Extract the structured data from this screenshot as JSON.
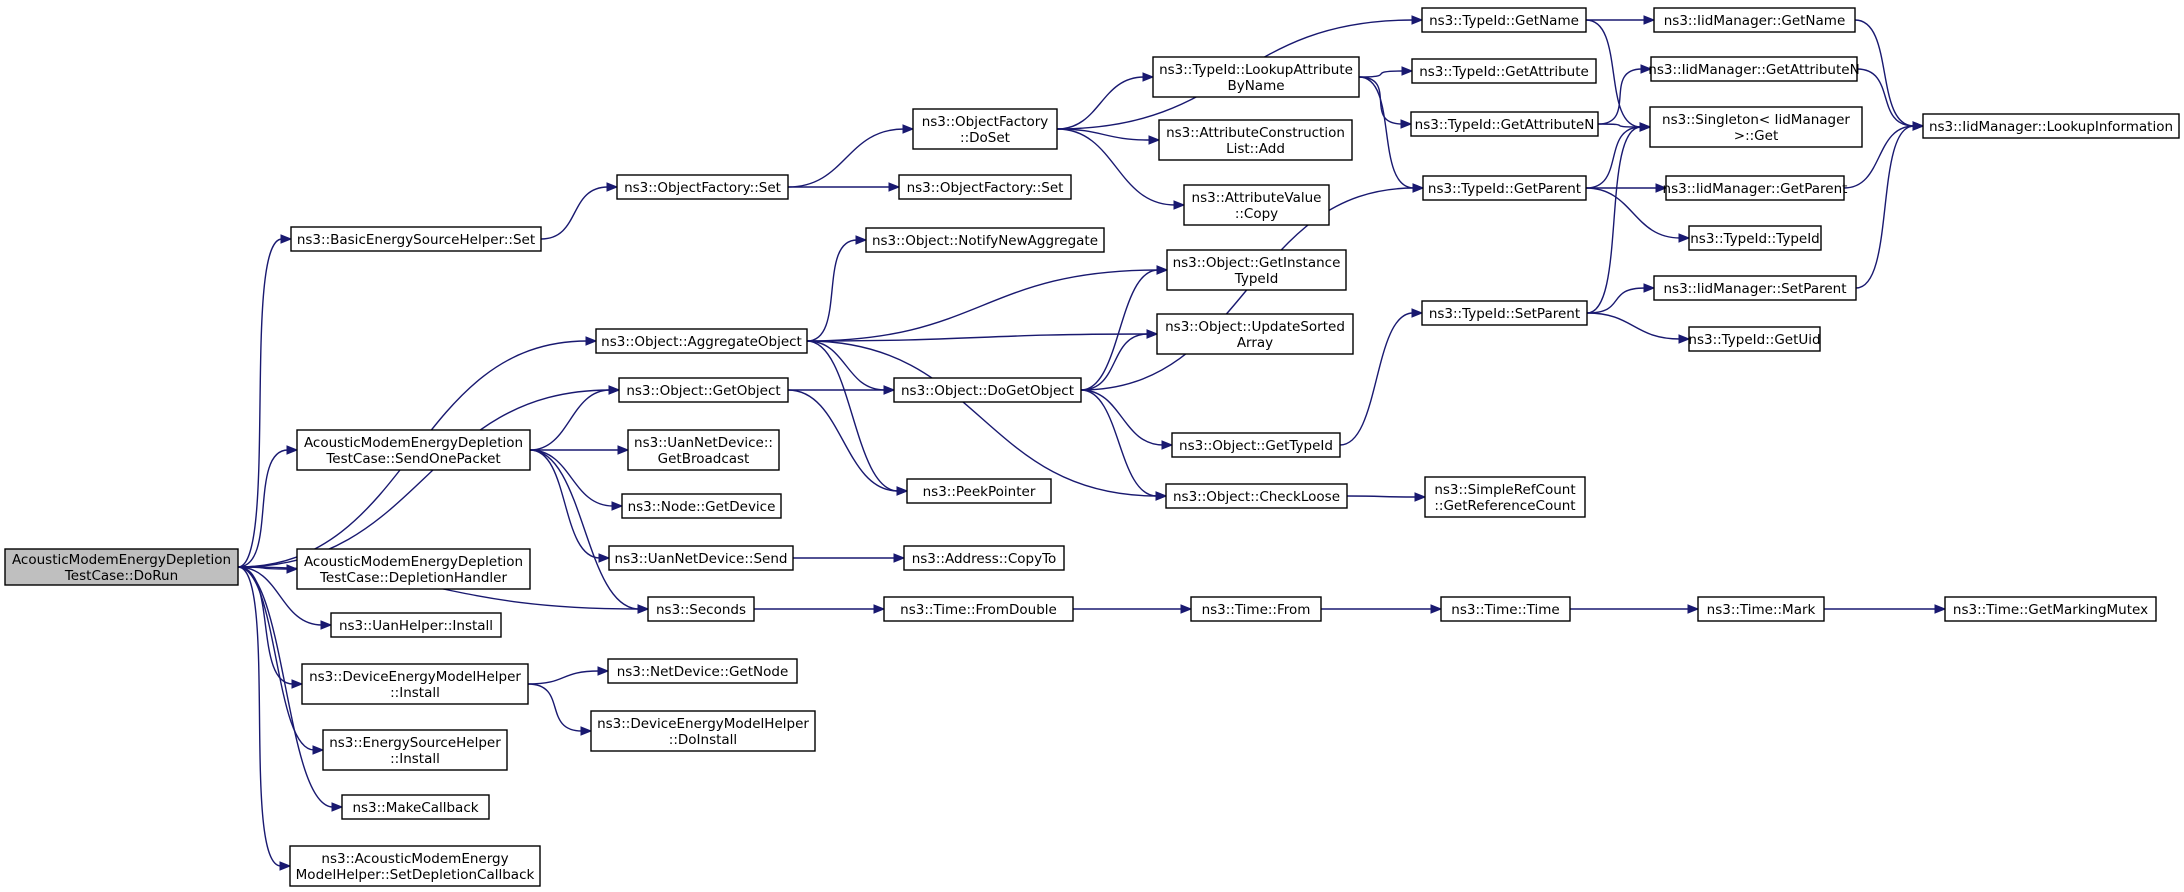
{
  "colors": {
    "edge": "#191970",
    "root_fill": "#bfbfbf",
    "node_fill": "#ffffff",
    "border": "#000000"
  },
  "nodes": [
    {
      "id": "root",
      "lines": [
        "AcousticModemEnergyDepletion",
        "TestCase::DoRun"
      ],
      "root": true
    },
    {
      "id": "besh_set",
      "lines": [
        "ns3::BasicEnergySourceHelper::Set"
      ]
    },
    {
      "id": "of_set1",
      "lines": [
        "ns3::ObjectFactory::Set"
      ]
    },
    {
      "id": "of_doset",
      "lines": [
        "ns3::ObjectFactory",
        "::DoSet"
      ]
    },
    {
      "id": "of_set2",
      "lines": [
        "ns3::ObjectFactory::Set"
      ]
    },
    {
      "id": "tid_getname",
      "lines": [
        "ns3::TypeId::GetName"
      ]
    },
    {
      "id": "tid_lookup",
      "lines": [
        "ns3::TypeId::LookupAttribute",
        "ByName"
      ]
    },
    {
      "id": "acl_add",
      "lines": [
        "ns3::AttributeConstruction",
        "List::Add"
      ]
    },
    {
      "id": "av_copy",
      "lines": [
        "ns3::AttributeValue",
        "::Copy"
      ]
    },
    {
      "id": "iid_getname",
      "lines": [
        "ns3::IidManager::GetName"
      ]
    },
    {
      "id": "tid_getattr",
      "lines": [
        "ns3::TypeId::GetAttribute"
      ]
    },
    {
      "id": "tid_getattrn",
      "lines": [
        "ns3::TypeId::GetAttributeN"
      ]
    },
    {
      "id": "iid_getattrn",
      "lines": [
        "ns3::IidManager::GetAttributeN"
      ]
    },
    {
      "id": "singleton",
      "lines": [
        "ns3::Singleton< IidManager",
        ">::Get"
      ]
    },
    {
      "id": "iid_lookupinfo",
      "lines": [
        "ns3::IidManager::LookupInformation"
      ]
    },
    {
      "id": "tid_getparent",
      "lines": [
        "ns3::TypeId::GetParent"
      ]
    },
    {
      "id": "iid_getparent",
      "lines": [
        "ns3::IidManager::GetParent"
      ]
    },
    {
      "id": "tid_typeid",
      "lines": [
        "ns3::TypeId::TypeId"
      ]
    },
    {
      "id": "obj_notify",
      "lines": [
        "ns3::Object::NotifyNewAggregate"
      ]
    },
    {
      "id": "obj_aggregate",
      "lines": [
        "ns3::Object::AggregateObject"
      ]
    },
    {
      "id": "obj_getinst",
      "lines": [
        "ns3::Object::GetInstance",
        "TypeId"
      ]
    },
    {
      "id": "obj_updsorted",
      "lines": [
        "ns3::Object::UpdateSorted",
        "Array"
      ]
    },
    {
      "id": "tid_setparent",
      "lines": [
        "ns3::TypeId::SetParent"
      ]
    },
    {
      "id": "iid_setparent",
      "lines": [
        "ns3::IidManager::SetParent"
      ]
    },
    {
      "id": "tid_getuid",
      "lines": [
        "ns3::TypeId::GetUid"
      ]
    },
    {
      "id": "obj_getobject",
      "lines": [
        "ns3::Object::GetObject"
      ]
    },
    {
      "id": "obj_dogetobject",
      "lines": [
        "ns3::Object::DoGetObject"
      ]
    },
    {
      "id": "send_one",
      "lines": [
        "AcousticModemEnergyDepletion",
        "TestCase::SendOnePacket"
      ]
    },
    {
      "id": "uan_getbcast",
      "lines": [
        "ns3::UanNetDevice::",
        "GetBroadcast"
      ]
    },
    {
      "id": "obj_gettypeid",
      "lines": [
        "ns3::Object::GetTypeId"
      ]
    },
    {
      "id": "peekpointer",
      "lines": [
        "ns3::PeekPointer"
      ]
    },
    {
      "id": "node_getdevice",
      "lines": [
        "ns3::Node::GetDevice"
      ]
    },
    {
      "id": "obj_checkloose",
      "lines": [
        "ns3::Object::CheckLoose"
      ]
    },
    {
      "id": "src_getref",
      "lines": [
        "ns3::SimpleRefCount",
        "::GetReferenceCount"
      ]
    },
    {
      "id": "depl_handler",
      "lines": [
        "AcousticModemEnergyDepletion",
        "TestCase::DepletionHandler"
      ]
    },
    {
      "id": "uan_send",
      "lines": [
        "ns3::UanNetDevice::Send"
      ]
    },
    {
      "id": "addr_copyto",
      "lines": [
        "ns3::Address::CopyTo"
      ]
    },
    {
      "id": "seconds",
      "lines": [
        "ns3::Seconds"
      ]
    },
    {
      "id": "time_fromdouble",
      "lines": [
        "ns3::Time::FromDouble"
      ]
    },
    {
      "id": "time_from",
      "lines": [
        "ns3::Time::From"
      ]
    },
    {
      "id": "time_time",
      "lines": [
        "ns3::Time::Time"
      ]
    },
    {
      "id": "time_mark",
      "lines": [
        "ns3::Time::Mark"
      ]
    },
    {
      "id": "time_getmutex",
      "lines": [
        "ns3::Time::GetMarkingMutex"
      ]
    },
    {
      "id": "uanhelper_install",
      "lines": [
        "ns3::UanHelper::Install"
      ]
    },
    {
      "id": "demh_install",
      "lines": [
        "ns3::DeviceEnergyModelHelper",
        "::Install"
      ]
    },
    {
      "id": "nd_getnode",
      "lines": [
        "ns3::NetDevice::GetNode"
      ]
    },
    {
      "id": "demh_doinstall",
      "lines": [
        "ns3::DeviceEnergyModelHelper",
        "::DoInstall"
      ]
    },
    {
      "id": "esh_install",
      "lines": [
        "ns3::EnergySourceHelper",
        "::Install"
      ]
    },
    {
      "id": "makecallback",
      "lines": [
        "ns3::MakeCallback"
      ]
    },
    {
      "id": "amemh_setdepl",
      "lines": [
        "ns3::AcousticModemEnergy",
        "ModelHelper::SetDepletionCallback"
      ]
    }
  ],
  "edges": [
    [
      "root",
      "besh_set"
    ],
    [
      "root",
      "obj_aggregate"
    ],
    [
      "root",
      "obj_getobject"
    ],
    [
      "root",
      "send_one"
    ],
    [
      "root",
      "seconds"
    ],
    [
      "root",
      "depl_handler"
    ],
    [
      "root",
      "uanhelper_install"
    ],
    [
      "root",
      "demh_install"
    ],
    [
      "root",
      "esh_install"
    ],
    [
      "root",
      "makecallback"
    ],
    [
      "root",
      "amemh_setdepl"
    ],
    [
      "besh_set",
      "of_set1"
    ],
    [
      "of_set1",
      "of_doset"
    ],
    [
      "of_set1",
      "of_set2"
    ],
    [
      "of_doset",
      "tid_getname"
    ],
    [
      "of_doset",
      "tid_lookup"
    ],
    [
      "of_doset",
      "acl_add"
    ],
    [
      "of_doset",
      "av_copy"
    ],
    [
      "tid_getname",
      "iid_getname"
    ],
    [
      "tid_getname",
      "singleton"
    ],
    [
      "iid_getname",
      "iid_lookupinfo"
    ],
    [
      "tid_lookup",
      "tid_getattr"
    ],
    [
      "tid_lookup",
      "tid_getattrn"
    ],
    [
      "tid_lookup",
      "tid_getparent"
    ],
    [
      "tid_getattrn",
      "iid_getattrn"
    ],
    [
      "tid_getattrn",
      "singleton"
    ],
    [
      "iid_getattrn",
      "iid_lookupinfo"
    ],
    [
      "tid_getparent",
      "singleton"
    ],
    [
      "tid_getparent",
      "iid_getparent"
    ],
    [
      "tid_getparent",
      "tid_typeid"
    ],
    [
      "iid_getparent",
      "iid_lookupinfo"
    ],
    [
      "obj_aggregate",
      "obj_notify"
    ],
    [
      "obj_aggregate",
      "obj_getinst"
    ],
    [
      "obj_aggregate",
      "obj_updsorted"
    ],
    [
      "obj_aggregate",
      "obj_dogetobject"
    ],
    [
      "obj_aggregate",
      "peekpointer"
    ],
    [
      "obj_aggregate",
      "obj_checkloose"
    ],
    [
      "obj_dogetobject",
      "obj_getinst"
    ],
    [
      "obj_dogetobject",
      "obj_updsorted"
    ],
    [
      "obj_dogetobject",
      "tid_getparent"
    ],
    [
      "obj_dogetobject",
      "obj_gettypeid"
    ],
    [
      "obj_dogetobject",
      "obj_checkloose"
    ],
    [
      "obj_gettypeid",
      "tid_setparent"
    ],
    [
      "tid_setparent",
      "singleton"
    ],
    [
      "tid_setparent",
      "iid_setparent"
    ],
    [
      "tid_setparent",
      "tid_getuid"
    ],
    [
      "iid_setparent",
      "iid_lookupinfo"
    ],
    [
      "obj_getobject",
      "obj_dogetobject"
    ],
    [
      "obj_getobject",
      "peekpointer"
    ],
    [
      "obj_checkloose",
      "src_getref"
    ],
    [
      "send_one",
      "obj_getobject"
    ],
    [
      "send_one",
      "uan_getbcast"
    ],
    [
      "send_one",
      "node_getdevice"
    ],
    [
      "send_one",
      "uan_send"
    ],
    [
      "send_one",
      "seconds"
    ],
    [
      "uan_send",
      "addr_copyto"
    ],
    [
      "seconds",
      "time_fromdouble"
    ],
    [
      "time_fromdouble",
      "time_from"
    ],
    [
      "time_from",
      "time_time"
    ],
    [
      "time_time",
      "time_mark"
    ],
    [
      "time_mark",
      "time_getmutex"
    ],
    [
      "demh_install",
      "nd_getnode"
    ],
    [
      "demh_install",
      "demh_doinstall"
    ]
  ]
}
